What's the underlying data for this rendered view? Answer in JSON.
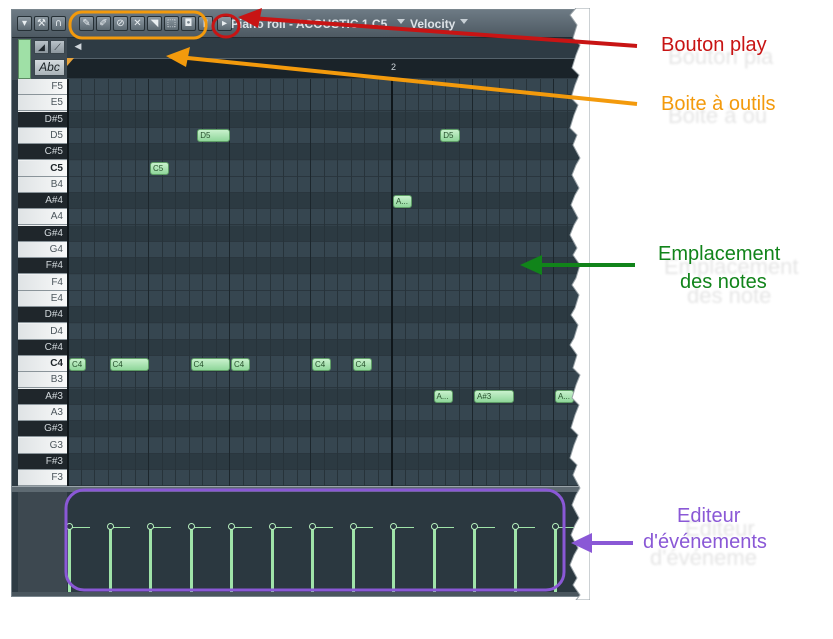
{
  "window": {
    "title": "Piano roll - ACOUSTIC 1  C5",
    "target": "Velocity",
    "title_buttons": [
      "menu-arrow-icon",
      "wrench-icon",
      "magnet-icon"
    ],
    "tools": [
      "pencil-icon",
      "brush-icon",
      "delete-icon",
      "mute-icon",
      "slice-icon",
      "select-icon",
      "zoom-icon"
    ],
    "side_tools": [
      "slide-icon",
      "portamento-icon"
    ],
    "text_tool_label": "Abc",
    "ruler_bar": "2"
  },
  "keyboard": {
    "keys": [
      "F5",
      "E5",
      "D#5",
      "D5",
      "C#5",
      "C5",
      "B4",
      "A#4",
      "A4",
      "G#4",
      "G4",
      "F#4",
      "F4",
      "E4",
      "D#4",
      "D4",
      "C#4",
      "C4",
      "B3",
      "A#3",
      "A3",
      "G#3",
      "G3",
      "F#3",
      "F3"
    ]
  },
  "notes": [
    {
      "label": "D5",
      "key": "D5",
      "start": 9.5,
      "length": 2.5
    },
    {
      "label": "D5",
      "key": "D5",
      "start": 27.5,
      "length": 1.5
    },
    {
      "label": "C5",
      "key": "C5",
      "start": 6.0,
      "length": 1.5
    },
    {
      "label": "A...",
      "key": "A#4",
      "start": 24.0,
      "length": 1.5
    },
    {
      "label": "C4",
      "key": "C4",
      "start": 0.0,
      "length": 1.3
    },
    {
      "label": "C4",
      "key": "C4",
      "start": 3.0,
      "length": 3.0
    },
    {
      "label": "C4",
      "key": "C4",
      "start": 9.0,
      "length": 3.0
    },
    {
      "label": "C4",
      "key": "C4",
      "start": 12.0,
      "length": 1.5
    },
    {
      "label": "C4",
      "key": "C4",
      "start": 18.0,
      "length": 1.5
    },
    {
      "label": "C4",
      "key": "C4",
      "start": 21.0,
      "length": 1.5
    },
    {
      "label": "A...",
      "key": "A#3",
      "start": 27.0,
      "length": 1.5
    },
    {
      "label": "A#3",
      "key": "A#3",
      "start": 30.0,
      "length": 3.0
    },
    {
      "label": "A...",
      "key": "A#3",
      "start": 36.0,
      "length": 1.5
    }
  ],
  "events": {
    "velocity_level": 0.68,
    "positions": [
      0,
      3,
      6,
      9,
      12,
      15,
      18,
      21,
      24,
      27,
      30,
      33,
      36
    ]
  },
  "annotations": {
    "play_button": "Bouton play",
    "toolbox": "Boite à outils",
    "notes_area_line1": "Emplacement",
    "notes_area_line2": "des notes",
    "event_editor_line1": "Editeur",
    "event_editor_line2": "d'événements",
    "ghost_play": "Bouton pla",
    "ghost_toolbox": "Boite à ou",
    "ghost_notes1": "Emplacement",
    "ghost_notes2": "des note",
    "ghost_editor1": "Editeur",
    "ghost_editor2": "d'événeme"
  },
  "colors": {
    "play_accent": "#c81414",
    "toolbox_accent": "#f39a0c",
    "notes_accent": "#11841a",
    "editor_accent": "#8a58d6",
    "note_fill": "#9fe3a8"
  }
}
